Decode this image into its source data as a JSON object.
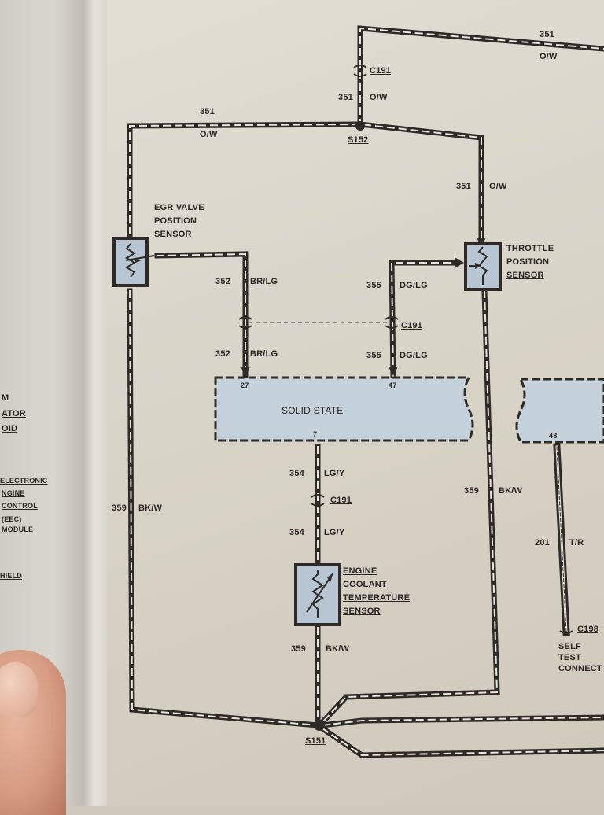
{
  "wires": {
    "w351_top_right": {
      "num": "351",
      "color": "O/W"
    },
    "w351_vertical": {
      "num": "351",
      "color": "O/W"
    },
    "w351_left_top": {
      "num": "351",
      "color": "O/W"
    },
    "w351_right": {
      "num": "351",
      "color": "O/W"
    },
    "w352_upper": {
      "num": "352",
      "color": "BR/LG"
    },
    "w352_lower": {
      "num": "352",
      "color": "BR/LG"
    },
    "w355_upper": {
      "num": "355",
      "color": "DG/LG"
    },
    "w355_lower": {
      "num": "355",
      "color": "DG/LG"
    },
    "w354_upper": {
      "num": "354",
      "color": "LG/Y"
    },
    "w354_lower": {
      "num": "354",
      "color": "LG/Y"
    },
    "w359_left": {
      "num": "359",
      "color": "BK/W"
    },
    "w359_right": {
      "num": "359",
      "color": "BK/W"
    },
    "w359_center": {
      "num": "359",
      "color": "BK/W"
    },
    "w201": {
      "num": "201",
      "color": "T/R"
    }
  },
  "connectors": {
    "c191_top": "C191",
    "c191_mid": "C191",
    "c191_low": "C191",
    "c198": "C198"
  },
  "splices": {
    "s152": "S152",
    "s151": "S151"
  },
  "components": {
    "egr": [
      "EGR VALVE",
      "POSITION",
      "SENSOR"
    ],
    "throttle": [
      "THROTTLE",
      "POSITION",
      "SENSOR"
    ],
    "coolant": [
      "ENGINE",
      "COOLANT",
      "TEMPERATURE",
      "SENSOR"
    ],
    "module_label": "SOLID STATE",
    "pin_27": "27",
    "pin_47": "47",
    "pin_7": "7",
    "pin_48": "48",
    "self_test": [
      "SELF",
      "TEST",
      "CONNECT"
    ]
  },
  "left_page": {
    "lines": [
      "M",
      "ATOR",
      "OID",
      "ELECTRONIC",
      "NGINE",
      "CONTROL",
      "(EEC)",
      "MODULE",
      "HIELD"
    ]
  },
  "colors": {
    "wire": "#2e2a27",
    "component_fill": "#b7c6d2",
    "module_fill": "#c5d2dc",
    "paper": "#dcd7cb"
  }
}
